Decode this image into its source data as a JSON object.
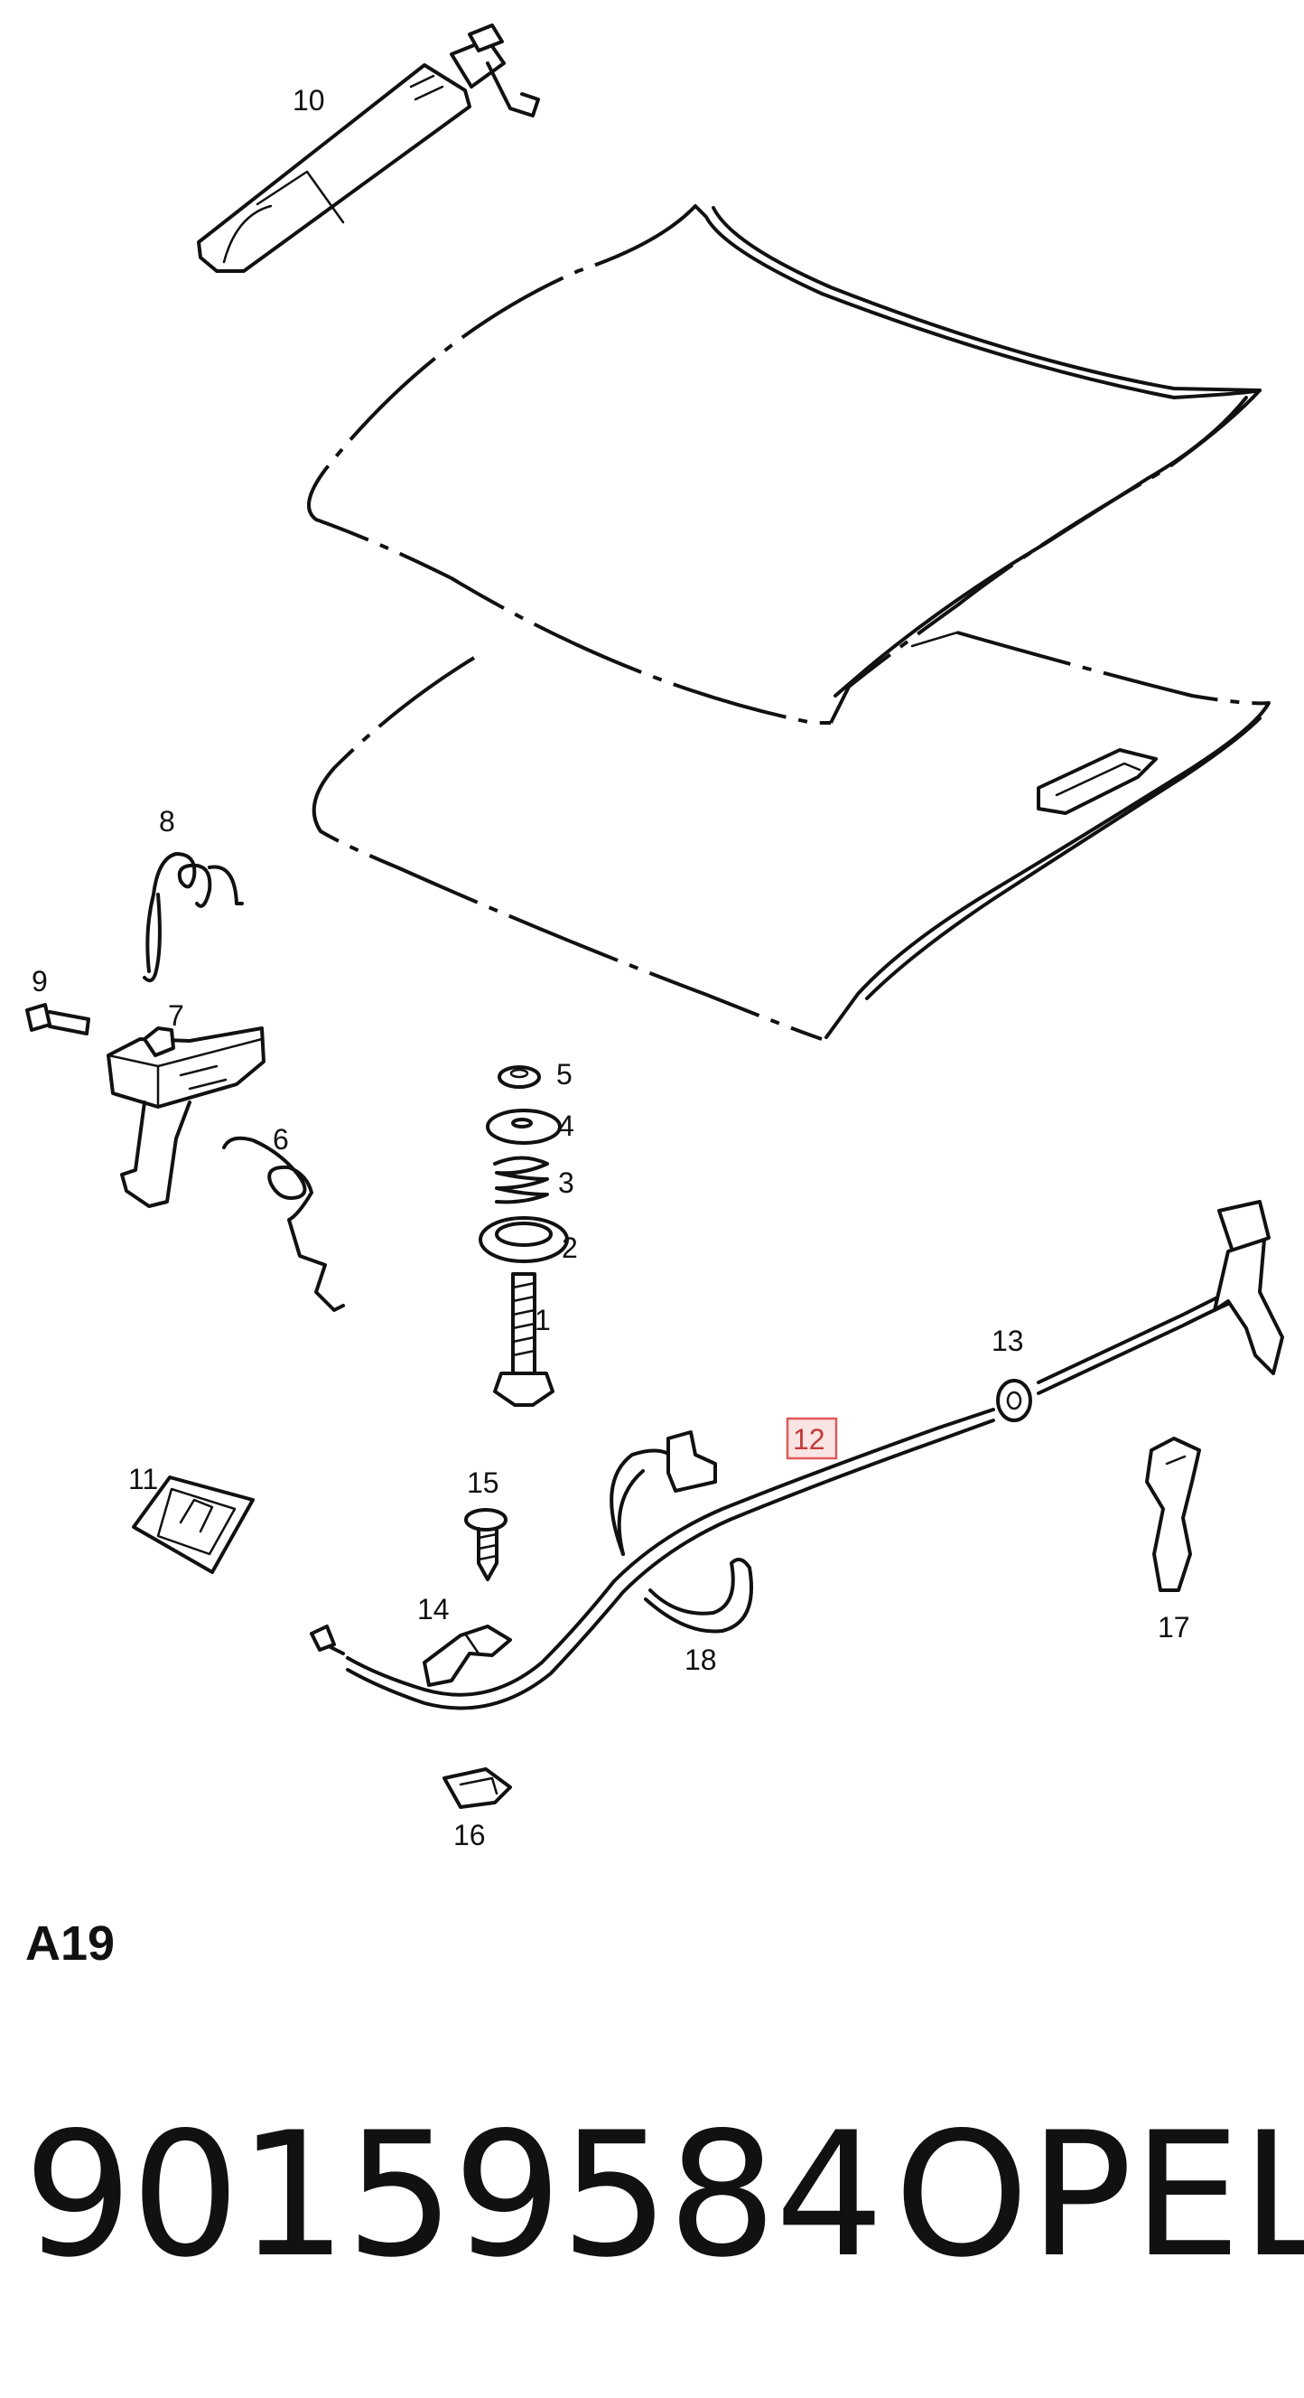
{
  "diagram": {
    "section_label": "A19",
    "part_number": "90159584",
    "brand": "OPEL",
    "highlight_color": "#e05a5a",
    "highlighted_callout": "12",
    "callouts": [
      "1",
      "2",
      "3",
      "4",
      "5",
      "6",
      "7",
      "8",
      "9",
      "10",
      "11",
      "12",
      "13",
      "14",
      "15",
      "16",
      "17",
      "18"
    ]
  }
}
